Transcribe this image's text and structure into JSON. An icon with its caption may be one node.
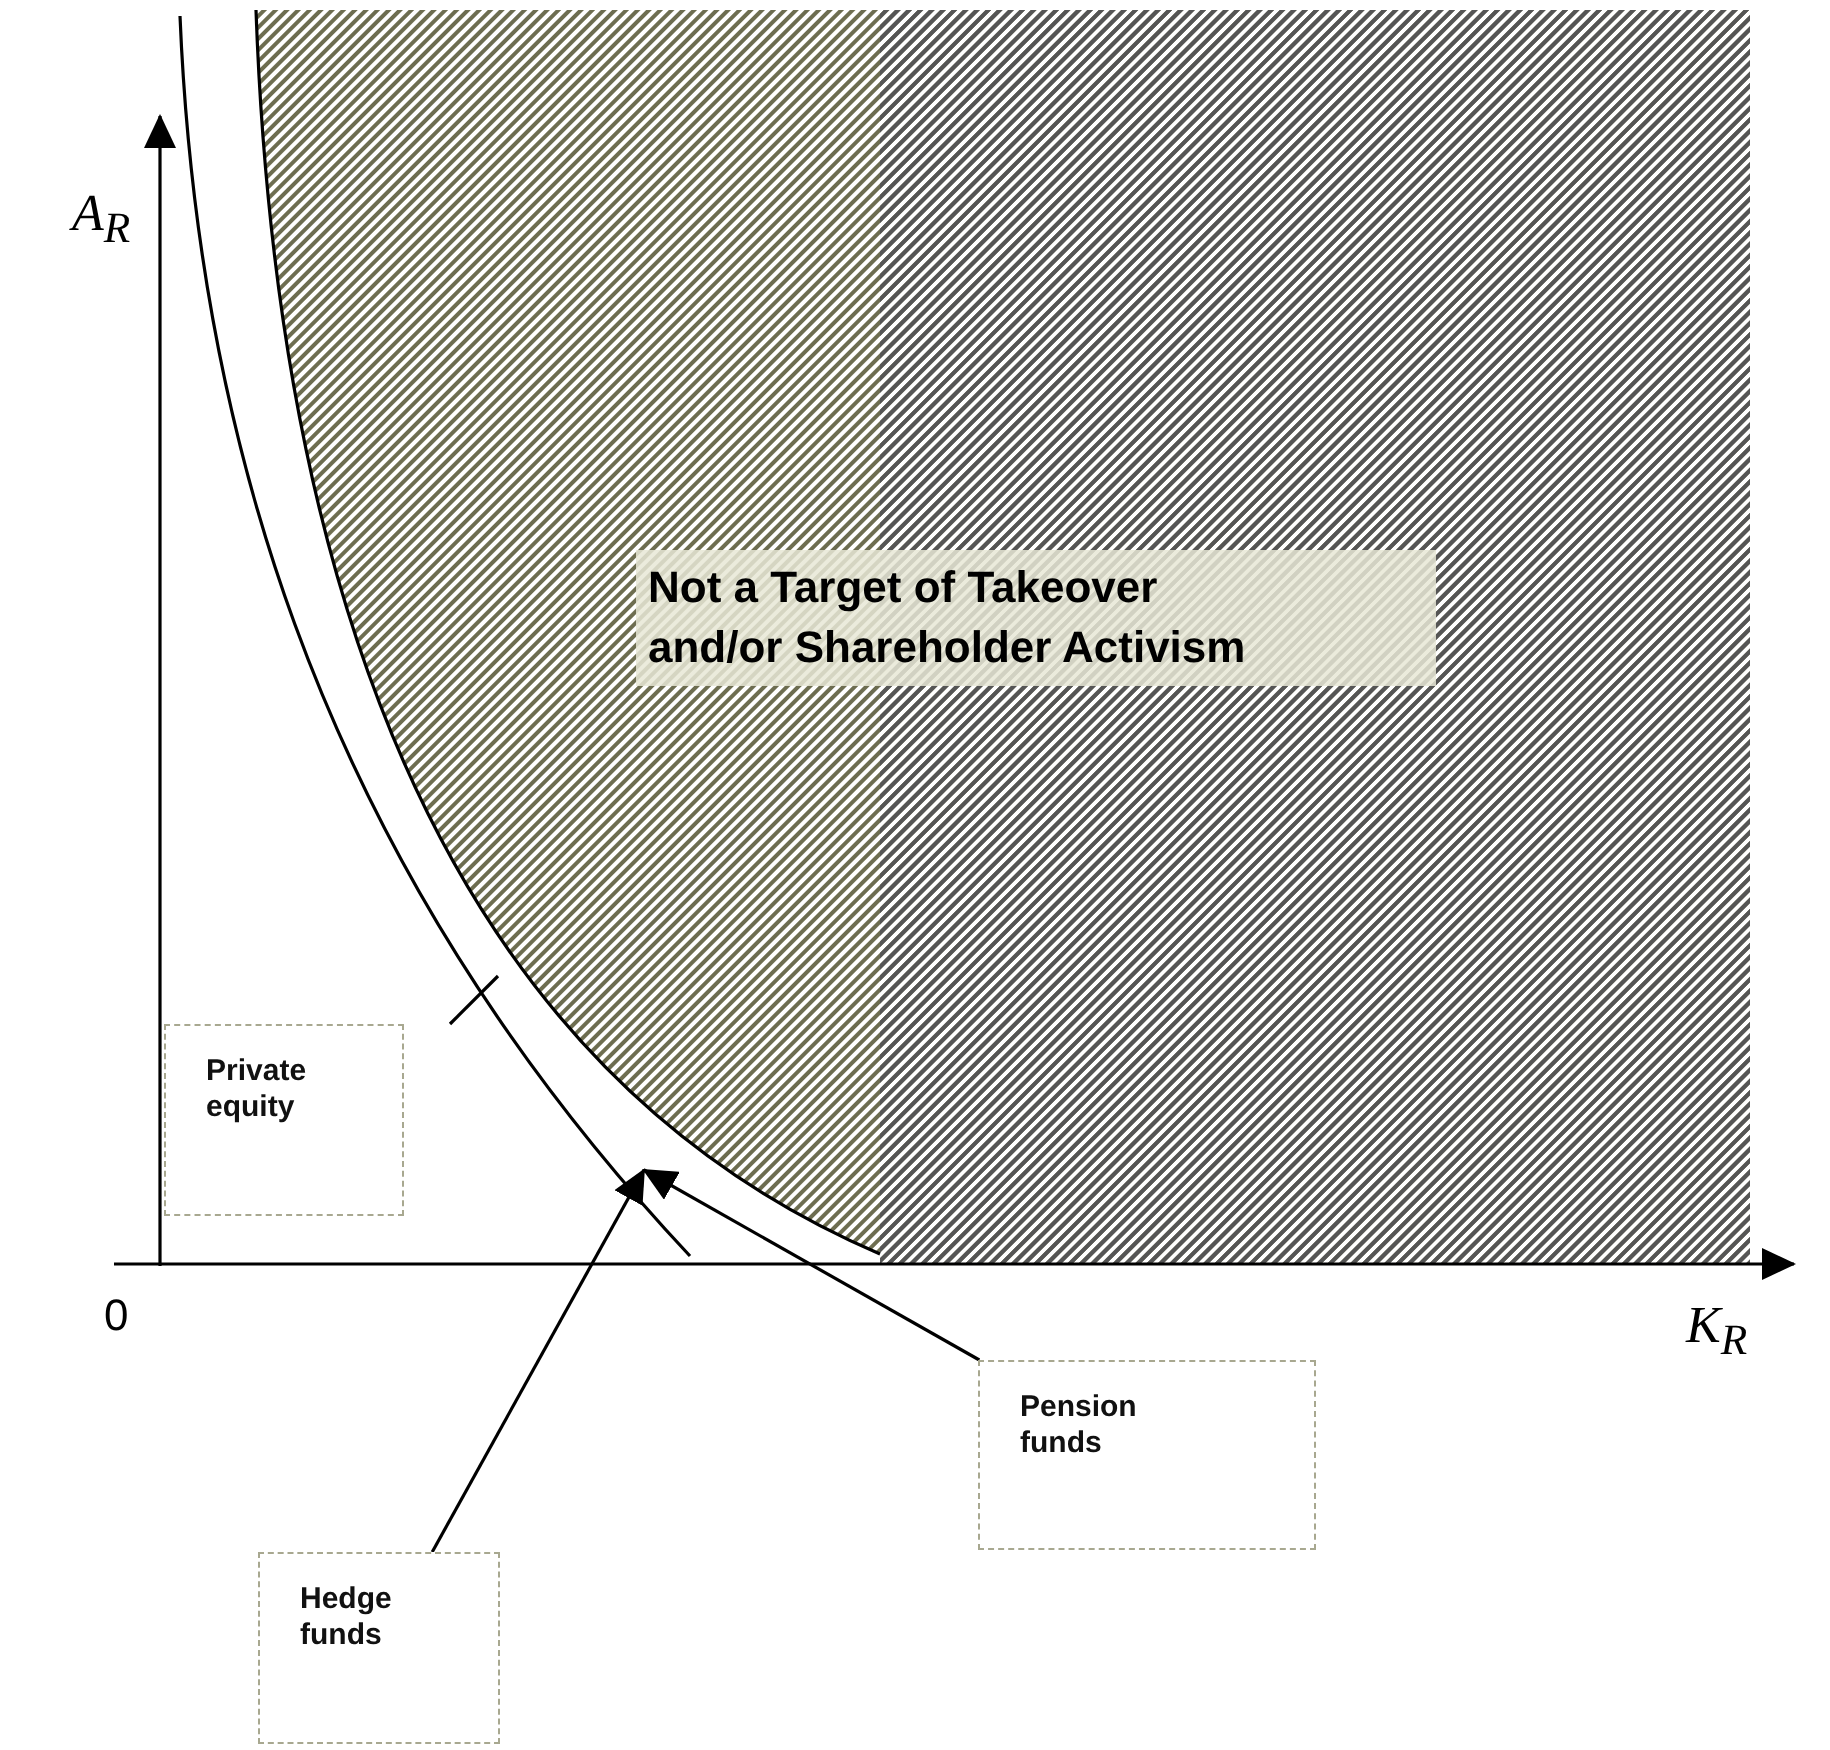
{
  "diagram": {
    "nodes": [
      {
        "text": [
          "Not a Target of Takeover and/or Shareholder Activism"
        ]
      },
      {
        "text": [],
        "shape": "band"
      },
      {
        "text": [
          "Private equity"
        ]
      },
      {
        "text": [
          "Hedge funds"
        ]
      },
      {
        "text": [
          "Pension funds"
        ]
      }
    ],
    "edges": [
      {
        "from": 3,
        "to": 1,
        "arrow": "to"
      },
      {
        "from": 4,
        "to": 1,
        "arrow": "to"
      }
    ],
    "labels": [
      "A$_{R}$",
      "0",
      "K$_{R}$"
    ]
  }
}
